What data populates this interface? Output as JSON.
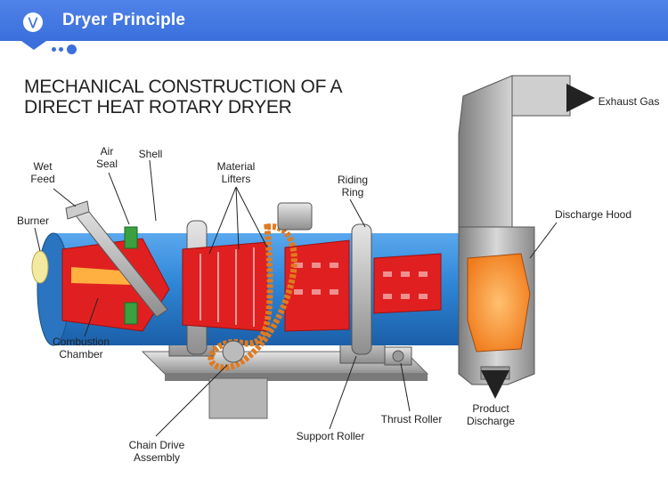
{
  "header": {
    "badge_icon": "chevron-down-double-icon",
    "title": "Dryer Principle",
    "color": "#3b6fdc"
  },
  "diagram": {
    "title_line1": "MECHANICAL CONSTRUCTION OF A",
    "title_line2": "DIRECT HEAT ROTARY DRYER",
    "labels": {
      "wet_feed_1": "Wet",
      "wet_feed_2": "Feed",
      "air_seal_1": "Air",
      "air_seal_2": "Seal",
      "shell": "Shell",
      "material_lifters_1": "Material",
      "material_lifters_2": "Lifters",
      "riding_ring_1": "Riding",
      "riding_ring_2": "Ring",
      "exhaust_gas": "Exhaust Gas",
      "discharge_hood": "Discharge Hood",
      "burner": "Burner",
      "combustion_chamber_1": "Combustion",
      "combustion_chamber_2": "Chamber",
      "chain_drive_1": "Chain Drive",
      "chain_drive_2": "Assembly",
      "support_roller": "Support Roller",
      "thrust_roller": "Thrust Roller",
      "product_discharge_1": "Product",
      "product_discharge_2": "Discharge"
    },
    "colors": {
      "shell": "#2f86d6",
      "lifters": "#e02020",
      "hood": "#9a9a9a",
      "discharge_glow": "#f08a24",
      "chain": "#e07a20"
    }
  }
}
